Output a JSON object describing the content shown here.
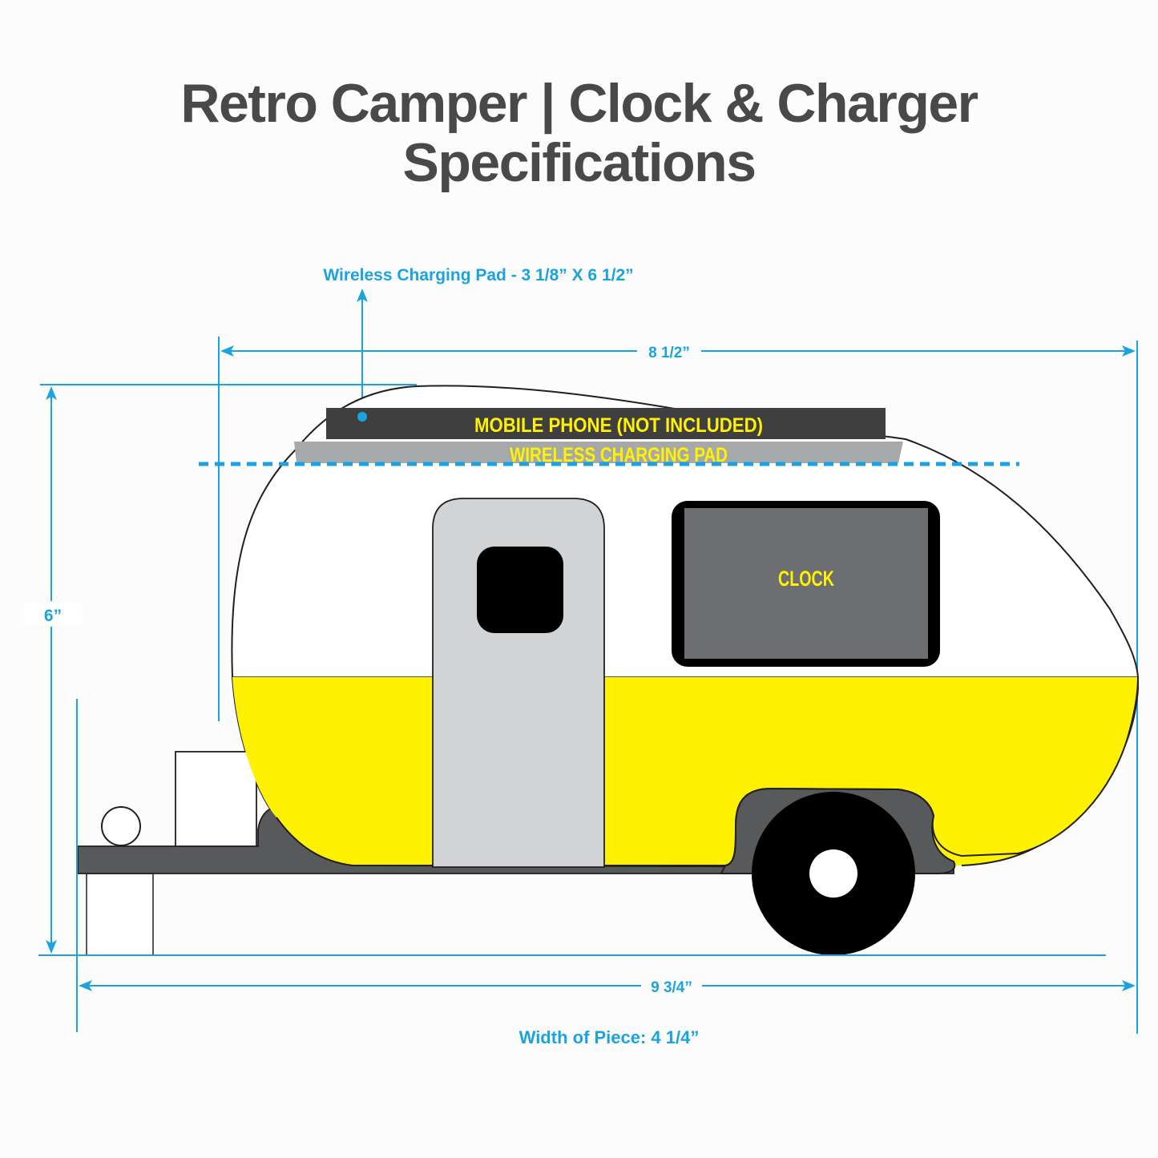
{
  "title": {
    "line1": "Retro Camper | Clock & Charger",
    "line2": "Specifications"
  },
  "callouts": {
    "wireless_pad_dimensions": "Wireless Charging Pad - 3 1/8” X 6 1/2”",
    "top_width": "8 1/2”",
    "height": "6”",
    "total_width": "9 3/4”",
    "piece_width": "Width of Piece: 4 1/4”"
  },
  "labels": {
    "mobile_phone": "MOBILE PHONE (NOT INCLUDED)",
    "charging_pad": "WIRELESS CHARGING PAD",
    "clock": "CLOCK"
  },
  "colors": {
    "dimension_blue": "#1aa3df",
    "title_gray": "#4a4848",
    "body_yellow": "#fff200",
    "phone_dark": "#3f3f40",
    "pad_gray": "#a7a8aa",
    "door_gray": "#d1d3d4",
    "clock_gray": "#6d6e71",
    "chassis_gray": "#58595b"
  }
}
